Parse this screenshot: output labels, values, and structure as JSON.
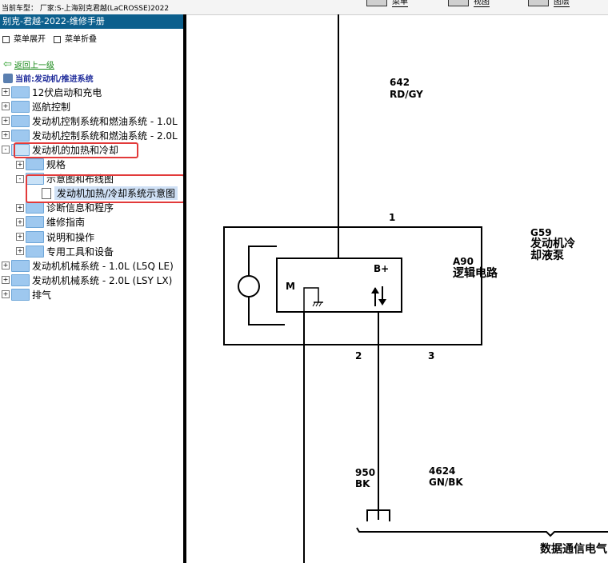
{
  "topbar": {
    "vehicle_text": "当前车型： 厂家:S-上海别克君越(LaCROSSE)2022",
    "buttons": [
      {
        "label": "菜单",
        "icon": "menu-icon"
      },
      {
        "label": "视图",
        "icon": "view-icon"
      },
      {
        "label": "图层",
        "icon": "layer-icon"
      }
    ]
  },
  "sidebar": {
    "title": "别克-君越-2022-维修手册",
    "expand_label": "菜单展开",
    "collapse_label": "菜单折叠",
    "back_label": "返回上一级",
    "current_label": "当前:发动机/推进系统",
    "tree": [
      {
        "label": "12伏启动和充电",
        "exp": "+",
        "type": "folder"
      },
      {
        "label": "巡航控制",
        "exp": "+",
        "type": "folder"
      },
      {
        "label": "发动机控制系统和燃油系统 - 1.0L",
        "exp": "+",
        "type": "folder"
      },
      {
        "label": "发动机控制系统和燃油系统 - 2.0L",
        "exp": "+",
        "type": "folder"
      },
      {
        "label": "发动机的加热和冷却",
        "exp": "-",
        "type": "folder-open"
      },
      {
        "label": "规格",
        "exp": "+",
        "type": "folder"
      },
      {
        "label": "示意图和布线图",
        "exp": "-",
        "type": "folder-open"
      },
      {
        "label": "发动机加热/冷却系统示意图",
        "exp": "",
        "type": "doc"
      },
      {
        "label": "诊断信息和程序",
        "exp": "+",
        "type": "folder"
      },
      {
        "label": "维修指南",
        "exp": "+",
        "type": "folder"
      },
      {
        "label": "说明和操作",
        "exp": "+",
        "type": "folder"
      },
      {
        "label": "专用工具和设备",
        "exp": "+",
        "type": "folder"
      },
      {
        "label": "发动机机械系统 - 1.0L (L5Q LE)",
        "exp": "+",
        "type": "folder"
      },
      {
        "label": "发动机机械系统 - 2.0L (LSY LX)",
        "exp": "+",
        "type": "folder"
      },
      {
        "label": "排气",
        "exp": "+",
        "type": "folder"
      }
    ]
  },
  "diagram": {
    "wire_top_circuit": "642",
    "wire_top_color": "RD/GY",
    "pin1": "1",
    "pin2": "2",
    "pin3": "3",
    "component_id": "G59",
    "component_name_line1": "发动机冷",
    "component_name_line2": "却液泵",
    "module_id": "A90",
    "module_name": "逻辑电路",
    "motor_label": "M",
    "bplus_label": "B+",
    "wire_left_circuit": "950",
    "wire_left_color": "BK",
    "wire_right_circuit": "4624",
    "wire_right_color": "GN/BK",
    "bus_label": "数据通信电气"
  }
}
